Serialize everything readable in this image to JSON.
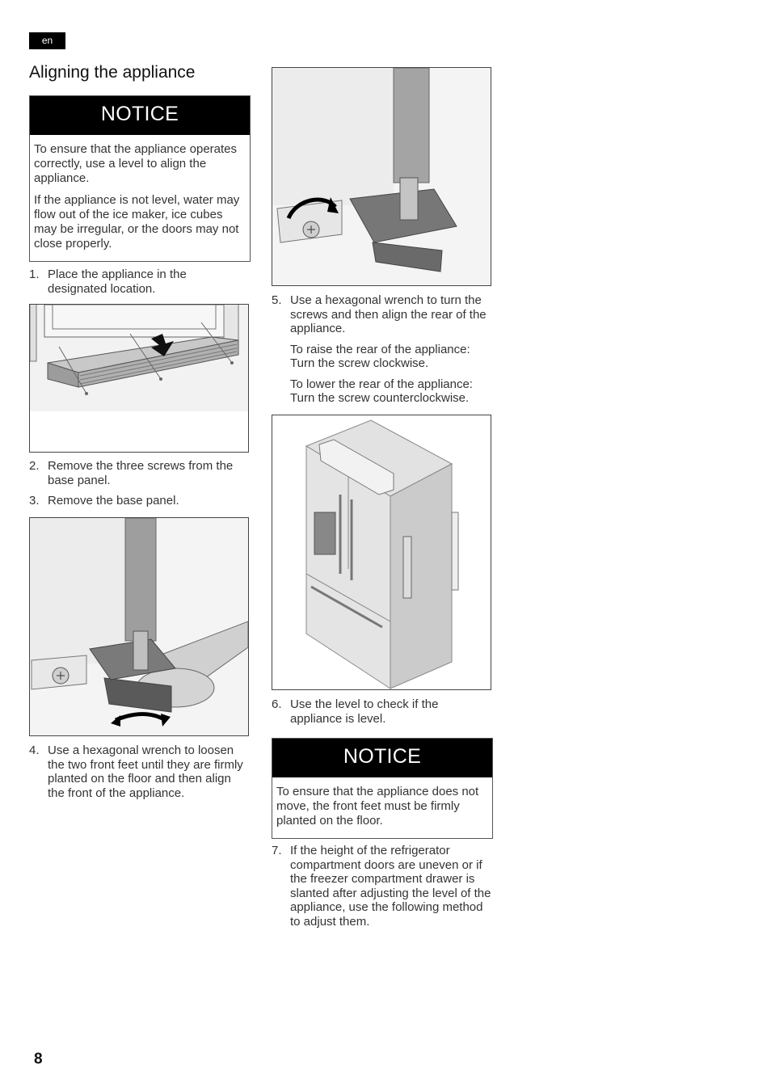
{
  "page": {
    "lang": "en",
    "title": "Aligning the appliance",
    "page_number": "8"
  },
  "notice1": {
    "heading": "NOTICE",
    "p1": "To ensure that the appliance operates correctly, use a level to align the appliance.",
    "p2": "If the appliance is not level, water may flow out of the ice maker, ice cubes may be irregular, or the doors may not close properly."
  },
  "steps": [
    {
      "num": "1.",
      "text": "Place the appliance in the designated location."
    },
    {
      "num": "2.",
      "text": "Remove the three screws from the base panel."
    },
    {
      "num": "3.",
      "text": "Remove the base panel."
    },
    {
      "num": "4.",
      "text": "Use a hexagonal wrench to loosen the two front feet until they are firmly planted on the floor and then align the front of the appliance."
    },
    {
      "num": "5.",
      "text": "Use a hexagonal wrench to turn the screws and then align the rear of the appliance.",
      "sub1": "To raise the rear of the appliance: Turn the screw clockwise.",
      "sub2": "To lower the rear of the appliance: Turn the screw counterclockwise."
    },
    {
      "num": "6.",
      "text": "Use the level to check if the appliance is level."
    },
    {
      "num": "7.",
      "text": "If the height of the refrigerator compartment doors are uneven or if the freezer compartment drawer is slanted after adjusting the level of the appliance, use the following method to adjust them."
    }
  ],
  "notice2": {
    "heading": "NOTICE",
    "p1": "To ensure that the appliance does not move, the front feet must be firmly planted on the floor."
  }
}
